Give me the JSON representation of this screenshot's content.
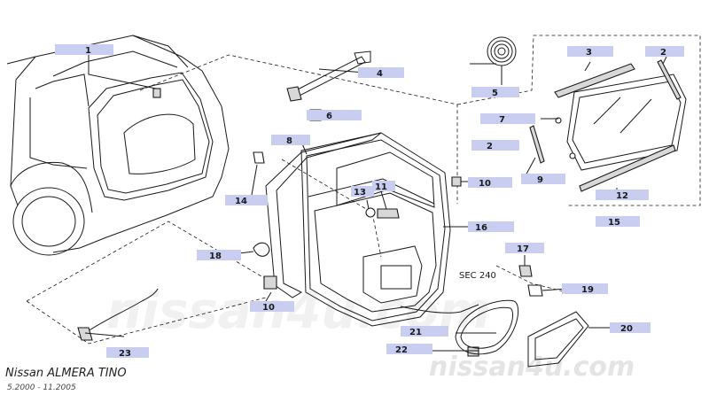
{
  "header": {
    "model": "Nissan ALMERA TINO",
    "dates": "5.2000  -  11.2005"
  },
  "watermark": {
    "center": "nissan4u.com",
    "bottom_right": "nissan4u.com"
  },
  "callouts": {
    "c1": "1",
    "c2a": "2",
    "c2b": "2",
    "c3": "3",
    "c4": "4",
    "c5": "5",
    "c6": "6",
    "c7": "7",
    "c8": "8",
    "c9": "9",
    "c10a": "10",
    "c10b": "10",
    "c11": "11",
    "c12": "12",
    "c13": "13",
    "c14": "14",
    "c15": "15",
    "c16": "16",
    "c17": "17",
    "c18": "18",
    "c19": "19",
    "c20": "20",
    "c21": "21",
    "c22": "22",
    "c23": "23"
  },
  "section_ref": "SEC 240",
  "colors": {
    "tag": "#c9cdf0",
    "line": "#1a1a1a",
    "watermark": "#e4e4e4"
  }
}
